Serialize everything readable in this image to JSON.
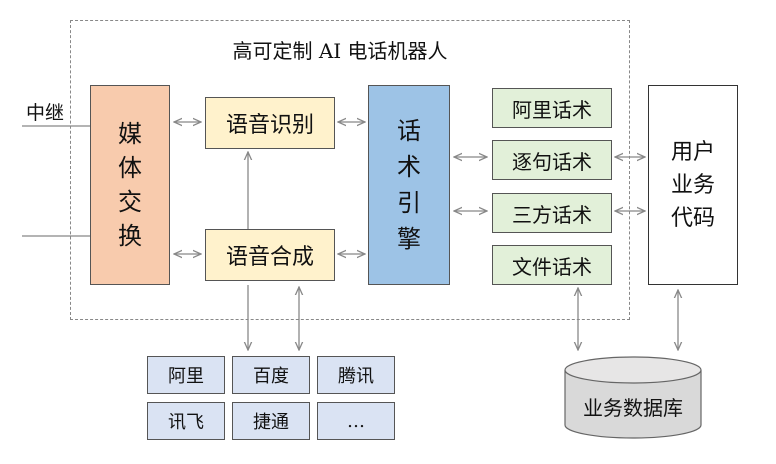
{
  "title": "高可定制 AI 电话机器人",
  "relay_label": "中继",
  "media": {
    "label": "媒体交换"
  },
  "asr": {
    "label": "语音识别"
  },
  "tts": {
    "label": "语音合成"
  },
  "engine": {
    "label": "话术引擎"
  },
  "scripts": [
    "阿里话术",
    "逐句话术",
    "三方话术",
    "文件话术"
  ],
  "user_code": {
    "label": "用户业务代码"
  },
  "vendors": [
    "阿里",
    "百度",
    "腾讯",
    "讯飞",
    "捷通",
    "…"
  ],
  "database": {
    "label": "业务数据库"
  }
}
